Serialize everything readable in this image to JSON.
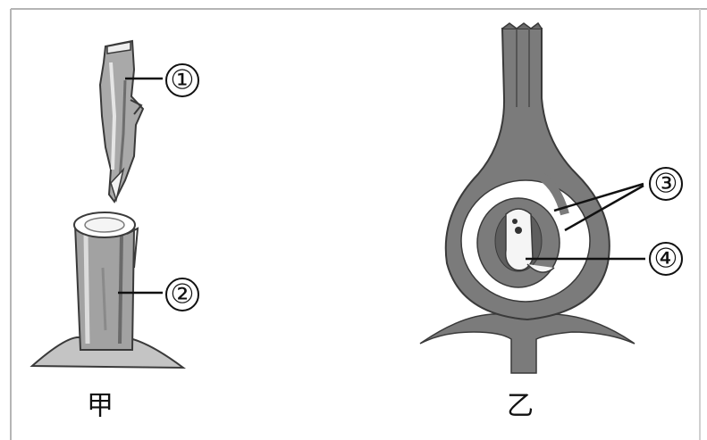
{
  "figures": {
    "left": {
      "caption": "甲",
      "labels": {
        "scion": "①",
        "stock": "②"
      }
    },
    "right": {
      "caption": "乙",
      "labels": {
        "ovary_wall": "③",
        "ovule": "④"
      }
    }
  },
  "colors": {
    "border": "#b5b5b5",
    "tissue": "#7b7b7b",
    "tissue_dark": "#4a4a4a",
    "stem": "#9a9a9a",
    "ink": "#111111"
  }
}
